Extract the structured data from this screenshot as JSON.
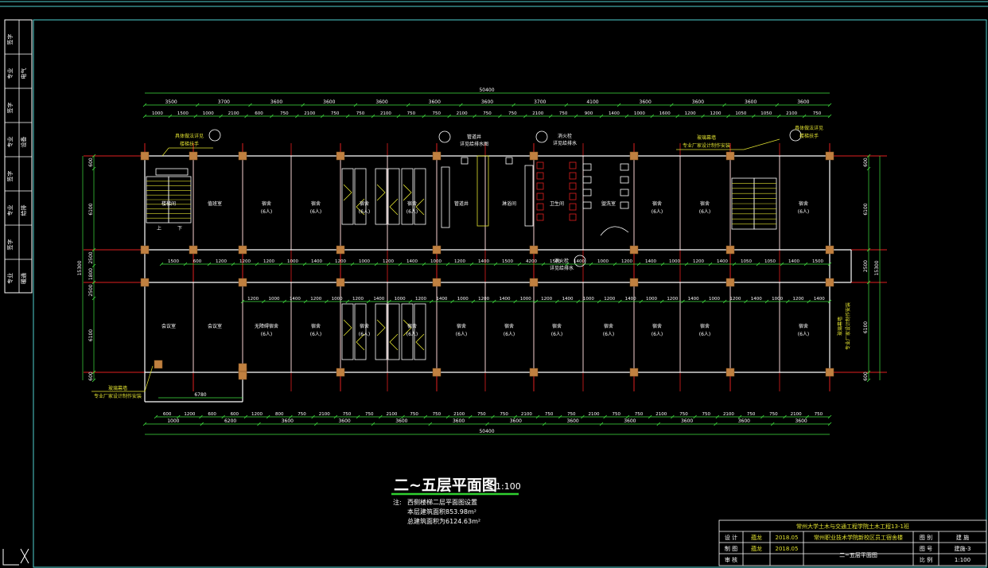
{
  "colors": {
    "background": "#000000",
    "frame": "#4fd0d0",
    "grid_line": "#e02020",
    "dimension": "#40e040",
    "wall": "#ffffff",
    "column": "#c08040",
    "door_swing": "#e0e030",
    "annotation": "#e0e030",
    "title_underline": "#30d030"
  },
  "sidebar": {
    "cells": [
      "签字",
      "专业",
      "签字",
      "专业",
      "签字",
      "专业",
      "签字",
      "专业"
    ],
    "subcells": [
      "电气",
      "设备",
      "给排",
      "暖通"
    ]
  },
  "dimensions": {
    "overall": "50400",
    "top_bays": [
      "3500",
      "3700",
      "3600",
      "3600",
      "3600",
      "3600",
      "3600",
      "3700",
      "4100",
      "3600",
      "3600",
      "3600",
      "3600"
    ],
    "top_details": [
      "1000",
      "1500",
      "1000",
      "2100",
      "600",
      "750",
      "2100",
      "750",
      "750",
      "2100",
      "750",
      "750",
      "2100",
      "750",
      "750",
      "2100",
      "750",
      "900",
      "1400",
      "1000",
      "1600",
      "1200",
      "1200",
      "1050",
      "1050",
      "2100",
      "750"
    ],
    "mid_details_top": [
      "1500",
      "600",
      "1200",
      "1200",
      "1200",
      "1000",
      "1400",
      "1200",
      "1000",
      "1200",
      "1400",
      "1000",
      "1200",
      "1400",
      "1500",
      "4200",
      "1500",
      "1400",
      "1000",
      "1200",
      "1400",
      "1000",
      "1200",
      "1400",
      "1050",
      "1050",
      "1400",
      "1500"
    ],
    "mid_details_bottom": [
      "1200",
      "1000",
      "1400",
      "1200",
      "1000",
      "1200",
      "1400",
      "1000",
      "1200",
      "1400",
      "1000",
      "1200",
      "1400",
      "1000",
      "1200",
      "1400",
      "1000",
      "1200",
      "1400",
      "1000",
      "1200",
      "1400",
      "1000",
      "1200",
      "1400",
      "1000",
      "1200",
      "1400"
    ],
    "bottom_bays": [
      "1000",
      "6200",
      "3600",
      "3600",
      "3600",
      "3600",
      "3600",
      "3600",
      "3600",
      "3600",
      "3600",
      "3600"
    ],
    "bottom_details": [
      "600",
      "1200",
      "600",
      "600",
      "1200",
      "800",
      "750",
      "2100",
      "750",
      "750",
      "2100",
      "750",
      "750",
      "2100",
      "750",
      "750",
      "2100",
      "750",
      "750",
      "2100",
      "750",
      "750",
      "2100",
      "750",
      "750",
      "2100",
      "750",
      "750",
      "2100",
      "750"
    ],
    "left_side": [
      "600",
      "6100",
      "2500",
      "1800",
      "2500",
      "6100",
      "600"
    ],
    "left_total": "15300",
    "right_side": [
      "600",
      "6100",
      "2500",
      "6100",
      "600"
    ],
    "right_total": "15300",
    "inner_dim": "6780"
  },
  "rooms_north": [
    {
      "name": "楼梯间",
      "cap": ""
    },
    {
      "name": "值班室",
      "cap": ""
    },
    {
      "name": "宿舍",
      "cap": "(6人)"
    },
    {
      "name": "宿舍",
      "cap": "(6人)"
    },
    {
      "name": "宿舍",
      "cap": "(6人)"
    },
    {
      "name": "宿舍",
      "cap": "(6人)"
    },
    {
      "name": "管道井",
      "cap": ""
    },
    {
      "name": "淋浴间",
      "cap": ""
    },
    {
      "name": "卫生间",
      "cap": ""
    },
    {
      "name": "盥洗室",
      "cap": ""
    },
    {
      "name": "宿舍",
      "cap": "(6人)"
    },
    {
      "name": "宿舍",
      "cap": "(6人)"
    },
    {
      "name": "宿舍",
      "cap": "(6人)"
    }
  ],
  "rooms_south": [
    {
      "name": "会议室",
      "cap": ""
    },
    {
      "name": "会议室",
      "cap": ""
    },
    {
      "name": "无障碍宿舍",
      "cap": "(6人)"
    },
    {
      "name": "宿舍",
      "cap": "(6人)"
    },
    {
      "name": "宿舍",
      "cap": "(6人)"
    },
    {
      "name": "宿舍",
      "cap": "(6人)"
    },
    {
      "name": "宿舍",
      "cap": "(6人)"
    },
    {
      "name": "宿舍",
      "cap": "(6人)"
    },
    {
      "name": "宿舍",
      "cap": "(6人)"
    },
    {
      "name": "宿舍",
      "cap": "(6人)"
    },
    {
      "name": "宿舍",
      "cap": "(6人)"
    },
    {
      "name": "宿舍",
      "cap": "(6人)"
    },
    {
      "name": "宿舍",
      "cap": "(6人)"
    }
  ],
  "annotations": {
    "stair_left": "楼梯扶手",
    "stair_left_ref": "具体做法详见",
    "stair_right": "具体做法详见",
    "stair_right_ref": "楼梯扶手",
    "pipe_shaft": "管道井",
    "pipe_shaft_note": "详见给排水图",
    "fire_hydrant": "消火栓",
    "fire_hydrant_note": "详见给排水",
    "window_left": "玻璃幕墙",
    "window_left_note": "专业厂家设计制作安装",
    "window_right": "玻璃幕墙",
    "window_right_note": "专业厂家设计制作安装",
    "window_bottom": "玻璃幕墙",
    "window_bottom_note": "专业厂家设计制作安装",
    "stair_up": "上",
    "stair_down": "下"
  },
  "drawing_title": {
    "main": "二~五层平面图",
    "scale": "1:100",
    "note_label": "注:",
    "note_line1": "西侧楼梯二层平面图设置",
    "note_line2": "本层建筑面积853.98m²",
    "note_line3": "总建筑面积为6124.63m²"
  },
  "title_block": {
    "institution": "常州大学土木与交通工程学院土木工程13-1班",
    "row_labels": [
      "设 计",
      "制 图",
      "审 核"
    ],
    "names": [
      "蕴龙",
      "蕴龙",
      ""
    ],
    "dates": [
      "2018.05",
      "2018.05",
      ""
    ],
    "project": "常州职业技术学院新校区员工宿舍楼",
    "sheet_title": "二~五层平面图",
    "right_labels": [
      "图 别",
      "图 号",
      "比 例"
    ],
    "right_values": [
      "建 施",
      "建施-3",
      "1:100"
    ]
  }
}
